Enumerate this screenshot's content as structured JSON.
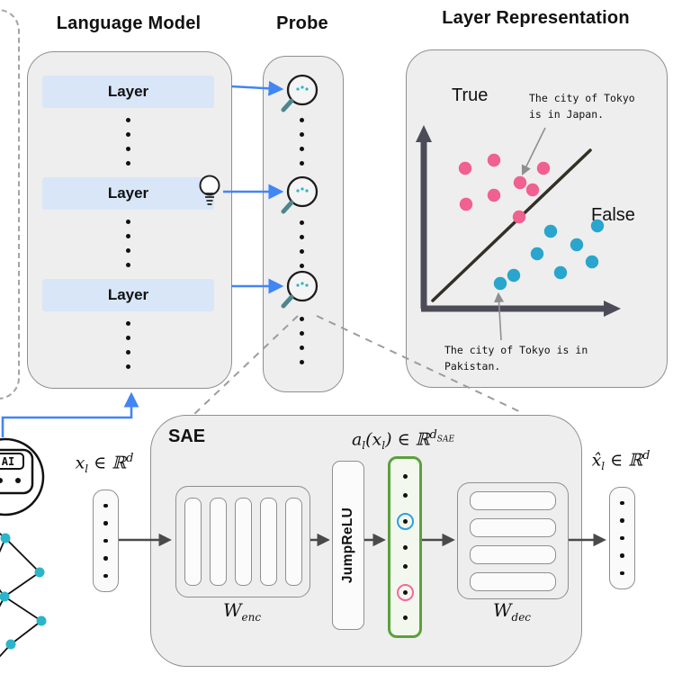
{
  "figure": {
    "panels": {
      "language_model": {
        "title": "Language Model",
        "layers": [
          "Layer",
          "Layer",
          "Layer"
        ]
      },
      "probe": {
        "title": "Probe"
      },
      "layer_representation": {
        "title": "Layer Representation",
        "true_label": "True",
        "false_label": "False",
        "annotation_true": "The city of Tokyo is in Japan.",
        "annotation_false": "The city of Tokyo is in Pakistan."
      },
      "sae": {
        "title": "SAE",
        "jumprelu": "JumpReLU",
        "input_label": {
          "main": "x",
          "sub": "l",
          "mid": " ∈ ℝ",
          "sup": "d"
        },
        "activation_label": {
          "a": "a",
          "a_sub": "l",
          "open": "(x",
          "x_sub": "l",
          "close": ")",
          "mid": " ∈ ℝ",
          "sup": "d",
          "sup_sub": "SAE"
        },
        "output_label": {
          "main": "x̂",
          "sub": "l",
          "mid": " ∈ ℝ",
          "sup": "d"
        },
        "w_enc": {
          "main": "W",
          "sub": "enc"
        },
        "w_dec": {
          "main": "W",
          "sub": "dec"
        }
      }
    },
    "ai_icon_label": "AI",
    "colors": {
      "panel_fill": "#eeeeee",
      "panel_border": "#8f8f8f",
      "layer_fill": "#d8e6f8",
      "arrow_blue": "#4285f4",
      "true_dot_pink": "#f06090",
      "false_dot_blue": "#2aa5cd",
      "sae_green": "#5aa13c"
    }
  }
}
